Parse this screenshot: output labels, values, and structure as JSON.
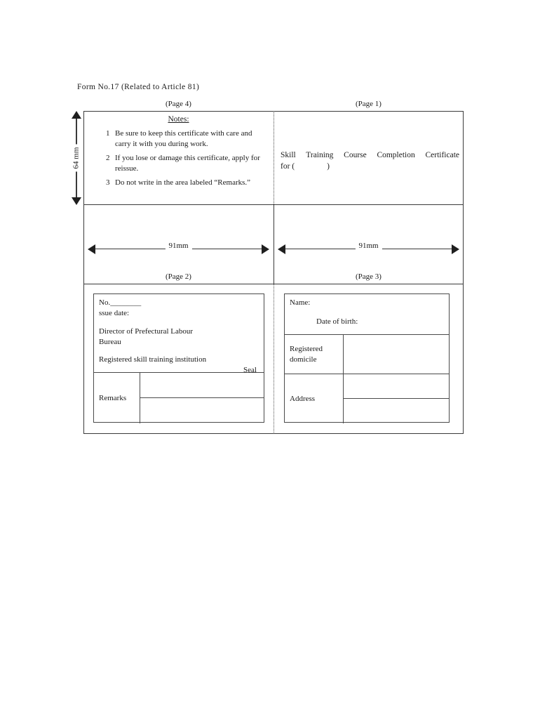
{
  "header": {
    "form_label": "Form No.17 (Related to Article 81)"
  },
  "captions": {
    "page4": "(Page 4)",
    "page1": "(Page 1)",
    "page2": "(Page 2)",
    "page3": "(Page 3)"
  },
  "dimensions": {
    "width_left": "91mm",
    "width_right": "91mm",
    "height_label": "64 mm"
  },
  "page4": {
    "notes_title": "Notes:",
    "notes": [
      {
        "num": "1",
        "text": "Be sure to keep this certificate with care and carry it with you during work."
      },
      {
        "num": "2",
        "text": "If you lose or damage this certificate, apply for reissue."
      },
      {
        "num": "3",
        "text": "Do not write in the area labeled “Remarks.”"
      }
    ]
  },
  "page1": {
    "title_line": "Skill Training Course Completion Certificate",
    "title_sub": "for (　　　　)"
  },
  "page2": {
    "number_label": "No.________",
    "issue_date_label": "ssue date:",
    "director_line1": "Director of Prefectural Labour",
    "director_line2": "Bureau",
    "institution_label": "Registered skill training institution",
    "seal_label": "Seal",
    "remarks_label": "Remarks",
    "remark_value_1": "",
    "remark_value_2": ""
  },
  "page3": {
    "name_label": "Name:",
    "dob_label": "Date of birth:",
    "domicile_label_line1": "Registered",
    "domicile_label_line2": "domicile",
    "domicile_value": "",
    "address_label": "Address",
    "address_value_1": "",
    "address_value_2": ""
  },
  "colors": {
    "ink": "#1a1a1a",
    "rule": "#3a3a3a",
    "inner_rule": "#4a4a4a",
    "paper": "#ffffff"
  }
}
